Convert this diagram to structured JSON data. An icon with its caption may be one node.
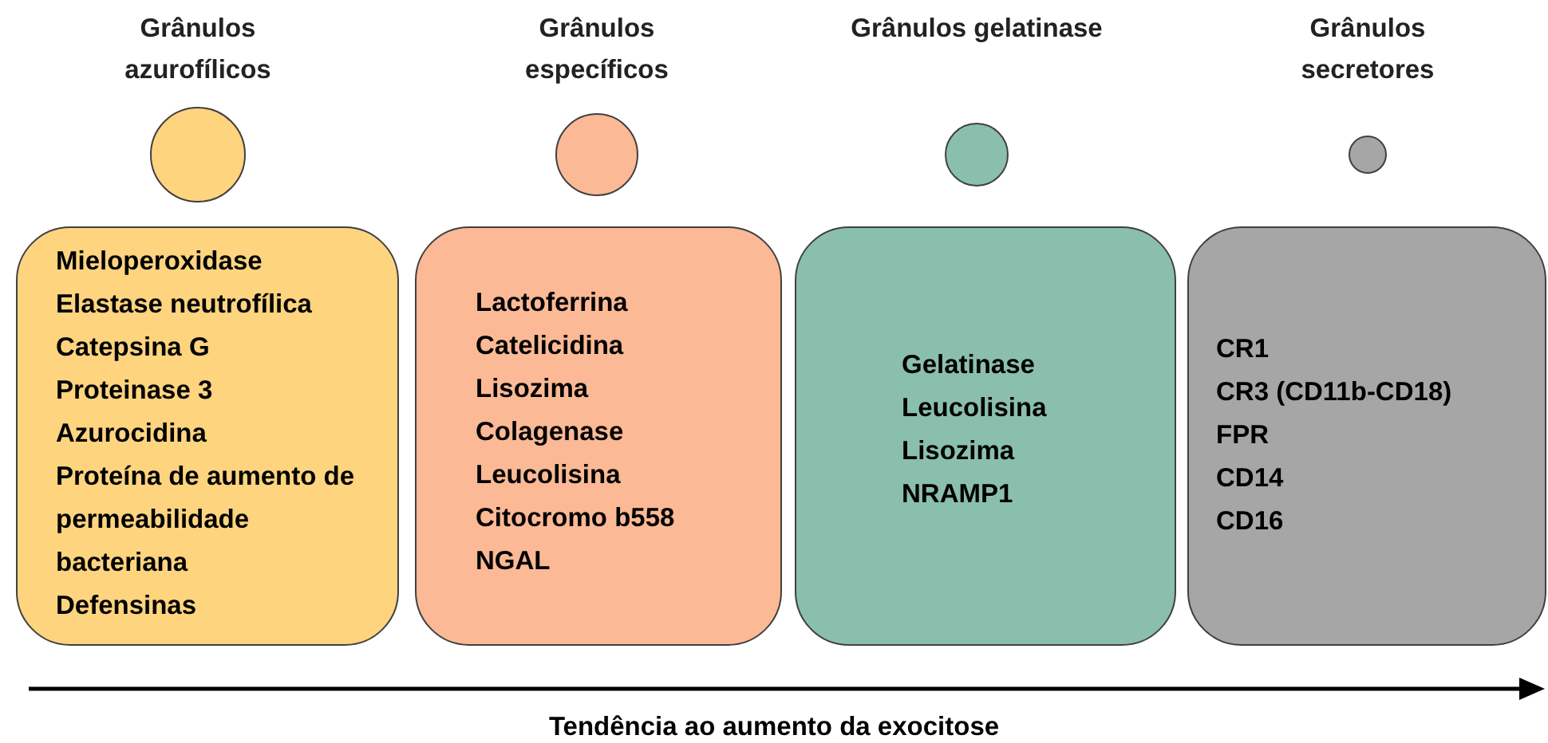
{
  "diagram": {
    "nodes": [
      {
        "text": [],
        "shape": "circle",
        "beside": [
          "Grânulos azurofílicos"
        ]
      },
      {
        "text": [],
        "shape": "circle",
        "beside": [
          "Grânulos específicos"
        ]
      },
      {
        "text": [],
        "shape": "circle",
        "beside": [
          "Grânulos gelatinase"
        ]
      },
      {
        "text": [],
        "shape": "circle",
        "beside": [
          "Grânulos secretores"
        ]
      },
      {
        "text": [
          "Mieloperoxidase",
          "Elastase neutrofílica",
          "Catepsina G",
          "Proteinase 3",
          "Azurocidina",
          "Proteína de aumento de permeabilidade bacteriana",
          "Defensinas"
        ]
      },
      {
        "text": [
          "Lactoferrina",
          "Catelicidina",
          "Lisozima",
          "Colagenase",
          "Leucolisina",
          "Citocromo b558",
          "NGAL"
        ]
      },
      {
        "text": [
          "Gelatinase",
          "Leucolisina",
          "Lisozima",
          "NRAMP1"
        ]
      },
      {
        "text": [
          "CR1",
          "CR3 (CD11b-CD18)",
          "FPR",
          "CD14",
          "CD16"
        ]
      }
    ],
    "edges": [],
    "labels": [
      "Tendência ao aumento da exocitose"
    ]
  }
}
